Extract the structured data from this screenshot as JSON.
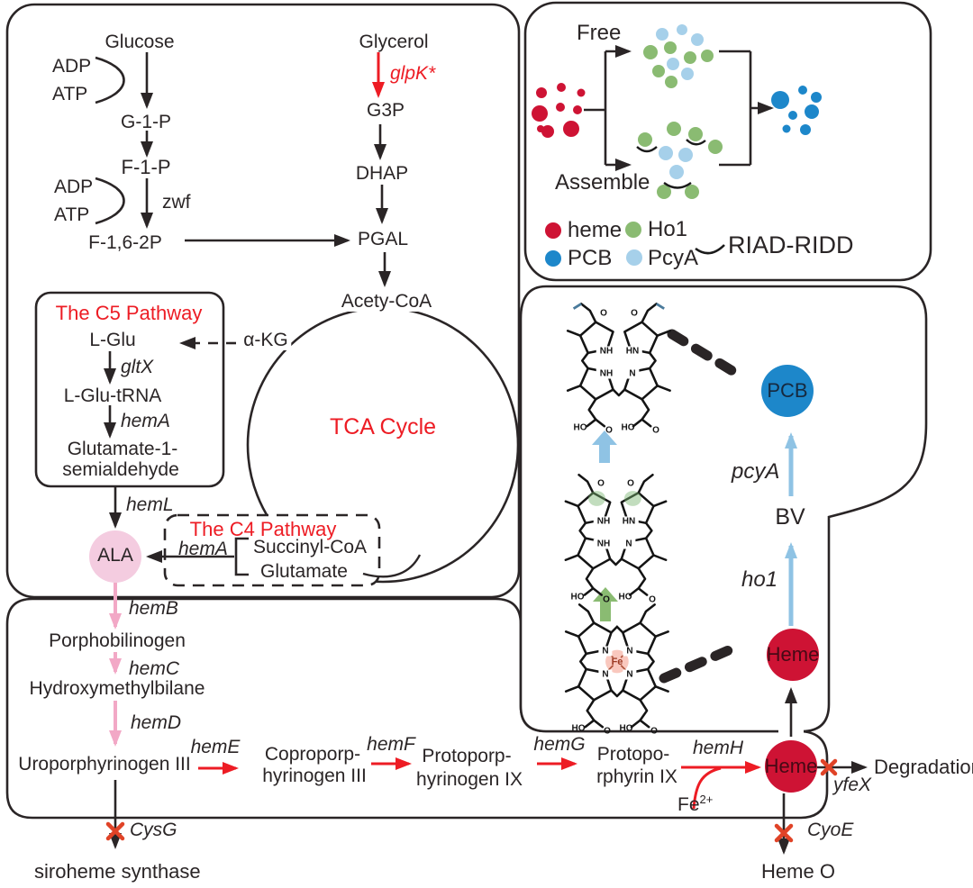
{
  "colors": {
    "red": "#ed1c24",
    "crimson": "#ce1334",
    "blue": "#1d87ca",
    "green": "#8abb72",
    "light_blue": "#a6d0ea",
    "pink_arrow": "#f2a8c6",
    "pink_fill": "#f4cce0",
    "ink": "#2a2526",
    "cross": "#e04327"
  },
  "metabolism": {
    "glucose": "Glucose",
    "adp": "ADP",
    "atp": "ATP",
    "g1p": "G-1-P",
    "f1p": "F-1-P",
    "zwf": "zwf",
    "f162p": "F-1,6-2P",
    "pgal": "PGAL",
    "glycerol": "Glycerol",
    "glpk": "glpK*",
    "g3p": "G3P",
    "dhap": "DHAP",
    "acetyl_coa": "Acety-CoA",
    "tca_title": "TCA Cycle",
    "akg": "α-KG",
    "c5_title": "The C5 Pathway",
    "lglu": "L-Glu",
    "gltx": "gltX",
    "lglu_trna": "L-Glu-tRNA",
    "hema": "hemA",
    "gsa_line1": "Glutamate-1-",
    "gsa_line2": "semialdehyde",
    "heml": "hemL",
    "c4_title": "The C4 Pathway",
    "c4_hema": "hemA",
    "succinyl_coa": "Succinyl-CoA",
    "glutamate": "Glutamate",
    "ala": "ALA"
  },
  "heme_chain": {
    "hemb": "hemB",
    "porphobilinogen": "Porphobilinogen",
    "hemc": "hemC",
    "hydroxymethylbilane": "Hydroxymethylbilane",
    "hemd": "hemD",
    "uro_iii": "Uroporphyrinogen III",
    "heme_gene": "hemE",
    "copro_line1": "Coproporp-",
    "copro_line2": "hyrinogen III",
    "hemf": "hemF",
    "proto_line1": "Protoporp-",
    "proto_line2": "hyrinogen IX",
    "hemg": "hemG",
    "protoix_line1": "Protopo-",
    "protoix_line2": "rphyrin IX",
    "hemh": "hemH",
    "fe": "Fe",
    "fe_charge": "2+",
    "heme": "Heme",
    "yfex": "yfeX",
    "degradation": "Degradation",
    "cysg": "CysG",
    "siroheme": "siroheme synthase",
    "cyoe": "CyoE",
    "heme_o": "Heme O"
  },
  "assembly": {
    "free": "Free",
    "assemble": "Assemble",
    "legend": {
      "heme": "heme",
      "pcb": "PCB",
      "ho1": "Ho1",
      "pcya": "PcyA",
      "riad": "RIAD-RIDD"
    }
  },
  "pcb_pathway": {
    "pcb": "PCB",
    "pcya": "pcyA",
    "bv": "BV",
    "ho1": "ho1",
    "heme": "Heme"
  },
  "atoms": {
    "nh": "NH",
    "hn": "HN",
    "n": "N",
    "o": "O",
    "ho": "HO",
    "fe": "Fe"
  }
}
